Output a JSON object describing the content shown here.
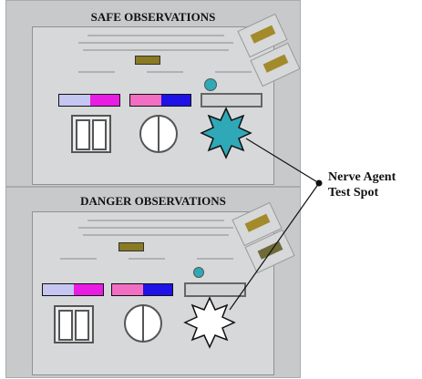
{
  "safe": {
    "title": "SAFE OBSERVATIONS"
  },
  "danger": {
    "title": "DANGER OBSERVATIONS"
  },
  "callout": {
    "line1": "Nerve Agent",
    "line2": "Test Spot"
  },
  "colors": {
    "panel_bg": "#c7c9cb",
    "safe_test_spot": "#2fa8b8",
    "danger_test_spot": "#ffffff",
    "lavender": "#c6c6f2",
    "magenta": "#e81ce3",
    "pink": "#f26ec3",
    "blue": "#1e12e6",
    "olive": "#8a7a22"
  }
}
